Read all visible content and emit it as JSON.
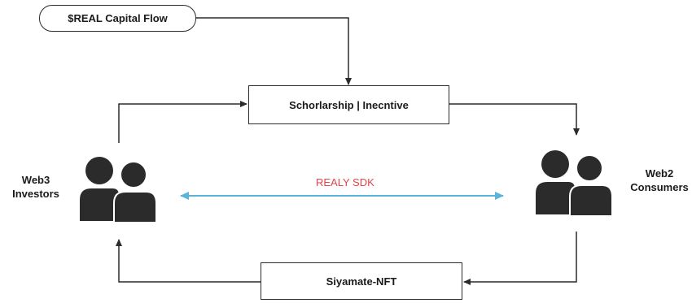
{
  "nodes": {
    "capital_flow": "$REAL Capital Flow",
    "incentive": "Schorlarship | Inecntive",
    "nft": "Siyamate-NFT"
  },
  "actors": {
    "investors": {
      "line1": "Web3",
      "line2": "Investors",
      "icon": "users-icon"
    },
    "consumers": {
      "line1": "Web2",
      "line2": "Consumers",
      "icon": "users-icon"
    }
  },
  "link": {
    "label": "REALY SDK",
    "color": "#e8424b",
    "line_color": "#5ab4d8"
  },
  "colors": {
    "stroke": "#2b2b2b",
    "icon_fill": "#2b2b2b"
  }
}
